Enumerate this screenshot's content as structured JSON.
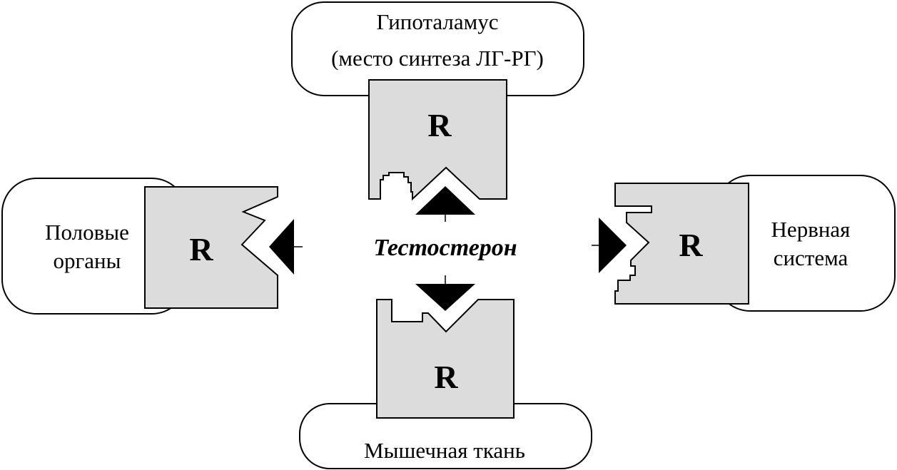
{
  "colors": {
    "receptor_fill": "#dcdcdc",
    "stroke": "#000000",
    "background": "#ffffff",
    "arrow": "#000000"
  },
  "hormone": {
    "label": "Тестостерон"
  },
  "targets": {
    "hypothalamus": {
      "line1": "Гипоталамус",
      "line2": "(место синтеза ЛГ-РГ)",
      "receptor": "R"
    },
    "sex_organs": {
      "line1": "Половые",
      "line2": "органы",
      "receptor": "R"
    },
    "nervous_system": {
      "line1": "Нервная",
      "line2": "система",
      "receptor": "R"
    },
    "muscle_tissue": {
      "line1": "Мышечная ткань",
      "receptor": "R"
    }
  }
}
